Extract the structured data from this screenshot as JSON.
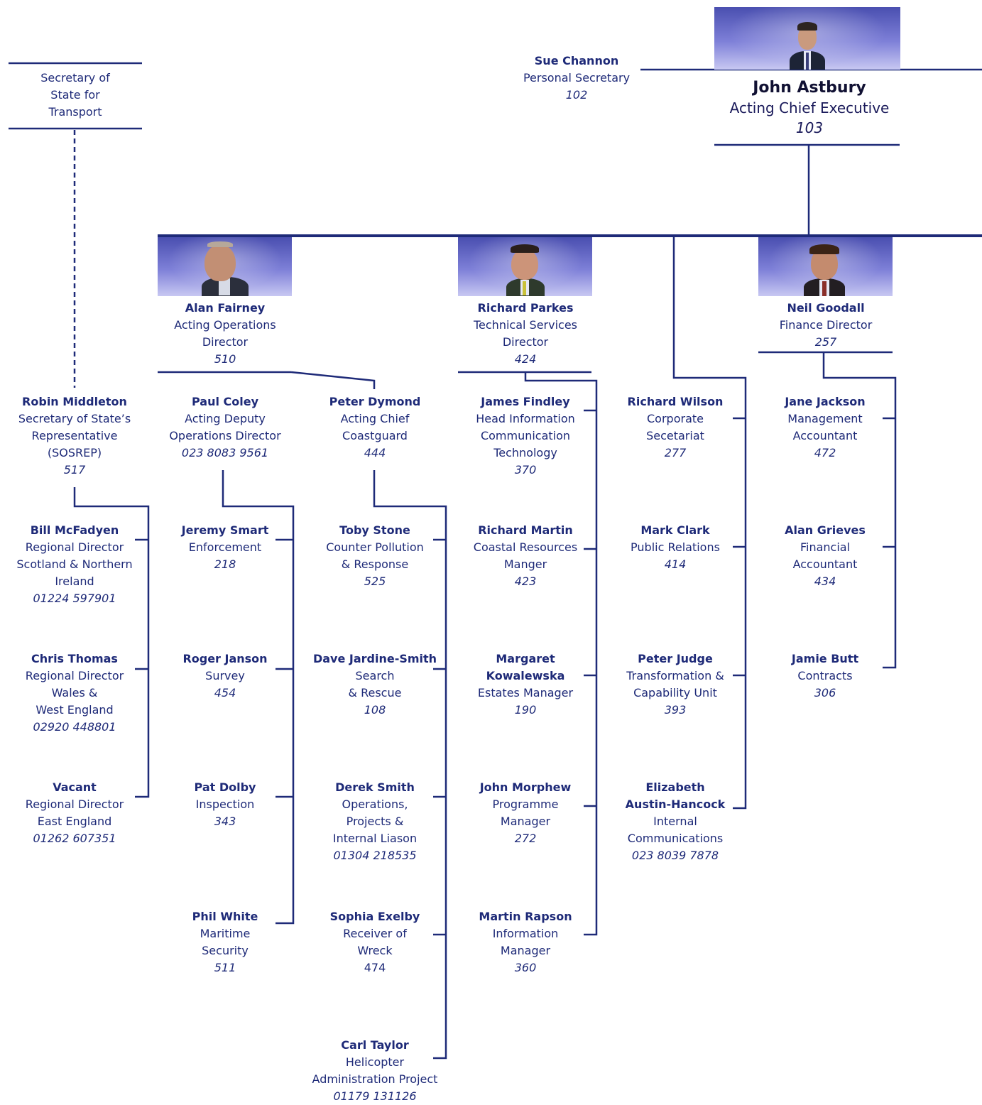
{
  "header": {
    "secretary_of_state": "Secretary of\nState for\nTransport",
    "personal_secretary": {
      "name": "Sue Channon",
      "role": "Personal Secretary",
      "ext": "102"
    },
    "chief": {
      "name": "John Astbury",
      "role": "Acting Chief Executive",
      "ext": "103"
    }
  },
  "directors": [
    {
      "name": "Alan Fairney",
      "role": "Acting Operations\nDirector",
      "ext": "510"
    },
    {
      "name": "Richard Parkes",
      "role": "Technical Services\nDirector",
      "ext": "424"
    },
    {
      "name": "Neil Goodall",
      "role": "Finance Director",
      "ext": "257"
    }
  ],
  "columns": [
    {
      "id": "sosrep",
      "staff": [
        {
          "name": "Robin Middleton",
          "role": "Secretary of State’s\nRepresentative\n(SOSREP)",
          "ext": "517"
        },
        {
          "name": "Bill McFadyen",
          "role": "Regional Director\nScotland & Northern\nIreland",
          "ext": "01224 597901"
        },
        {
          "name": "Chris Thomas",
          "role": "Regional Director\nWales &\nWest England",
          "ext": "02920 448801"
        },
        {
          "name": "Vacant",
          "role": "Regional Director\nEast England",
          "ext": "01262 607351"
        }
      ]
    },
    {
      "id": "deputy-ops",
      "staff": [
        {
          "name": "Paul Coley",
          "role": "Acting Deputy\nOperations Director",
          "ext": "023 8083 9561"
        },
        {
          "name": "Jeremy Smart",
          "role": "Enforcement",
          "ext": "218"
        },
        {
          "name": "Roger Janson",
          "role": "Survey",
          "ext": "454"
        },
        {
          "name": "Pat Dolby",
          "role": "Inspection",
          "ext": "343"
        },
        {
          "name": "Phil White",
          "role": "Maritime\nSecurity",
          "ext": "511"
        }
      ]
    },
    {
      "id": "coastguard",
      "staff": [
        {
          "name": "Peter Dymond",
          "role": "Acting Chief\nCoastguard",
          "ext": "444"
        },
        {
          "name": "Toby Stone",
          "role": "Counter Pollution\n& Response",
          "ext": "525"
        },
        {
          "name": "Dave Jardine-Smith",
          "role": "Search\n& Rescue",
          "ext": "108"
        },
        {
          "name": "Derek Smith",
          "role": "Operations,\nProjects &\nInternal Liason",
          "ext": "01304 218535"
        },
        {
          "name": "Sophia Exelby",
          "role": "Receiver of\nWreck\n474",
          "ext": ""
        },
        {
          "name": "Carl Taylor",
          "role": "Helicopter\nAdministration Project",
          "ext": "01179 131126"
        }
      ]
    },
    {
      "id": "technical",
      "staff": [
        {
          "name": "James Findley",
          "role": "Head Information\nCommunication\nTechnology",
          "ext": "370"
        },
        {
          "name": "Richard Martin",
          "role": "Coastal Resources\nManger",
          "ext": "423"
        },
        {
          "name": "Margaret\nKowalewska",
          "role": "Estates Manager",
          "ext": "190"
        },
        {
          "name": "John Morphew",
          "role": "Programme\nManager",
          "ext": "272"
        },
        {
          "name": "Martin Rapson",
          "role": "Information\nManager",
          "ext": "360"
        }
      ]
    },
    {
      "id": "corporate",
      "staff": [
        {
          "name": "Richard Wilson",
          "role": "Corporate\nSecetariat",
          "ext": "277"
        },
        {
          "name": "Mark Clark",
          "role": "Public Relations",
          "ext": "414"
        },
        {
          "name": "Peter Judge",
          "role": "Transformation &\nCapability Unit",
          "ext": "393"
        },
        {
          "name": "Elizabeth\nAustin-Hancock",
          "role": "Internal\nCommunications",
          "ext": "023 8039 7878"
        }
      ]
    },
    {
      "id": "finance",
      "staff": [
        {
          "name": "Jane Jackson",
          "role": "Management\nAccountant",
          "ext": "472"
        },
        {
          "name": "Alan Grieves",
          "role": "Financial\nAccountant",
          "ext": "434"
        },
        {
          "name": "Jamie Butt",
          "role": "Contracts",
          "ext": "306"
        }
      ]
    }
  ],
  "colors": {
    "line": "#1e2a78",
    "text": "#1e2a78",
    "photo_bg": "#5a5cc4"
  }
}
